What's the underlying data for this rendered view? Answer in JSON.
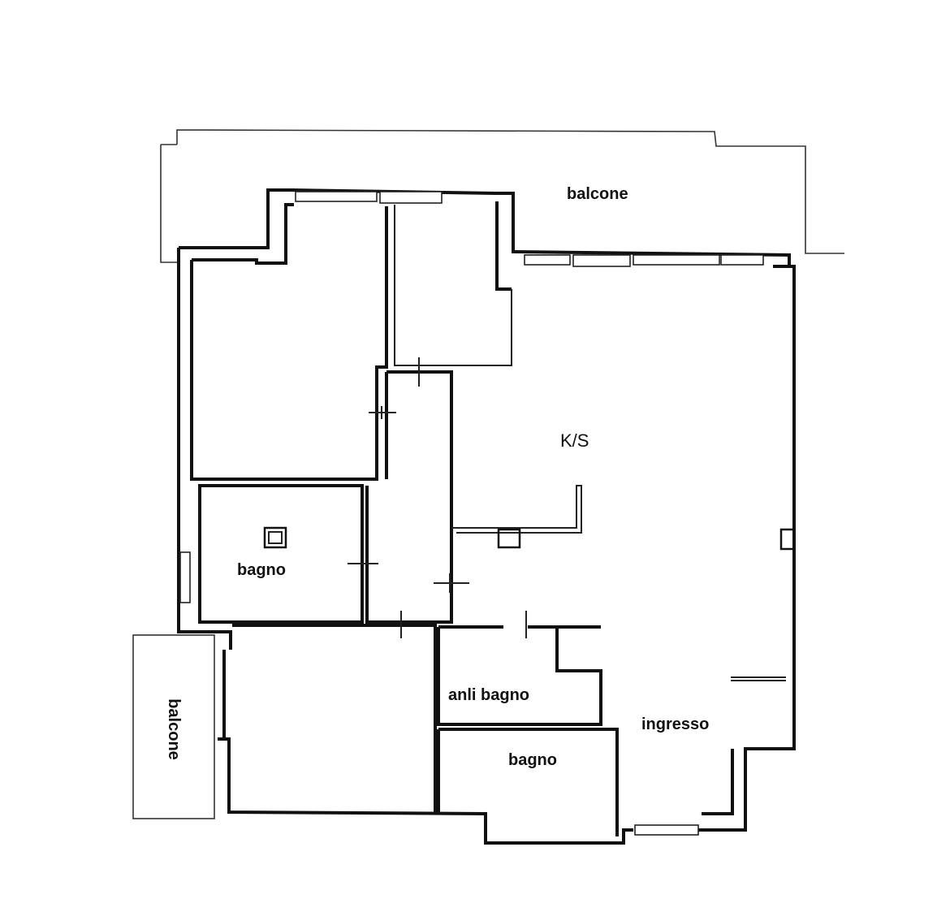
{
  "rooms": {
    "balcone_top": "balcone",
    "balcone_left": "balcone",
    "ks": "K/S",
    "bagno_left": "bagno",
    "anti_bagno": "anli bagno",
    "bagno_bottom": "bagno",
    "ingresso": "ingresso"
  }
}
